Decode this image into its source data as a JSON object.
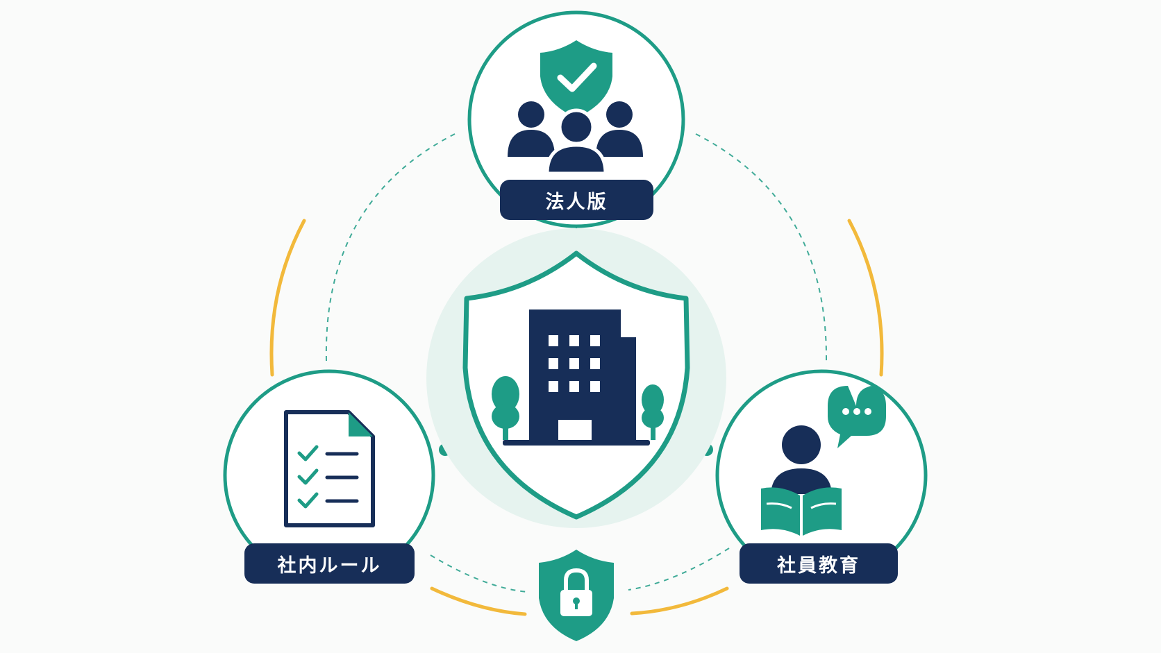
{
  "labels": {
    "corporate": "法人版",
    "internal_rules": "社内ルール",
    "employee_education": "社員教育"
  },
  "colors": {
    "navy": "#172e58",
    "teal": "#1e9c86",
    "gold": "#f2b93b",
    "halo": "#e6f3ef",
    "background": "#fafbfa"
  },
  "icons": {
    "center": "building-shield-icon",
    "top": "team-shield-check-icon",
    "left": "checklist-document-icon",
    "right": "reading-person-speech-icon",
    "bottom": "lock-shield-icon"
  }
}
